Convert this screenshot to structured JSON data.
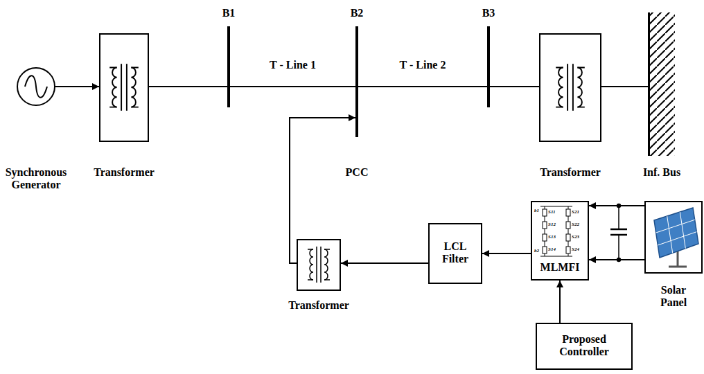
{
  "diagram": {
    "nodes": [
      {
        "text": [
          "Synchronous Generator"
        ]
      },
      {
        "text": [
          "Transformer"
        ]
      },
      {
        "text": [
          "B1"
        ]
      },
      {
        "text": [
          "B2",
          "PCC"
        ]
      },
      {
        "text": [
          "B3"
        ]
      },
      {
        "text": [
          "Transformer"
        ]
      },
      {
        "text": [
          "Inf. Bus"
        ]
      },
      {
        "text": [
          "Transformer"
        ]
      },
      {
        "text": [
          "LCL Filter"
        ]
      },
      {
        "text": [
          "MLMFI"
        ]
      },
      {
        "text": [
          "Solar Panel"
        ]
      },
      {
        "text": [
          "Proposed Controller"
        ]
      }
    ],
    "edges": [
      {
        "from": 0,
        "to": 1,
        "arrow": "to"
      },
      {
        "from": 1,
        "to": 2,
        "arrow": "none"
      },
      {
        "from": 2,
        "to": 3,
        "label": "T - Line 1",
        "arrow": "none"
      },
      {
        "from": 3,
        "to": 4,
        "label": "T - Line 2",
        "arrow": "none"
      },
      {
        "from": 4,
        "to": 5,
        "arrow": "none"
      },
      {
        "from": 5,
        "to": 6,
        "arrow": "none"
      },
      {
        "from": 7,
        "to": 3,
        "arrow": "to"
      },
      {
        "from": 8,
        "to": 7,
        "arrow": "to"
      },
      {
        "from": 9,
        "to": 8,
        "arrow": "to"
      },
      {
        "from": 10,
        "to": 9,
        "arrow": "to"
      },
      {
        "from": 10,
        "to": 9,
        "arrow": "to"
      },
      {
        "from": 11,
        "to": 9,
        "arrow": "to"
      }
    ],
    "labels": [
      "b1",
      "S11",
      "S21",
      "S12",
      "S22",
      "S13",
      "S23",
      "S14",
      "S24",
      "b2"
    ]
  }
}
